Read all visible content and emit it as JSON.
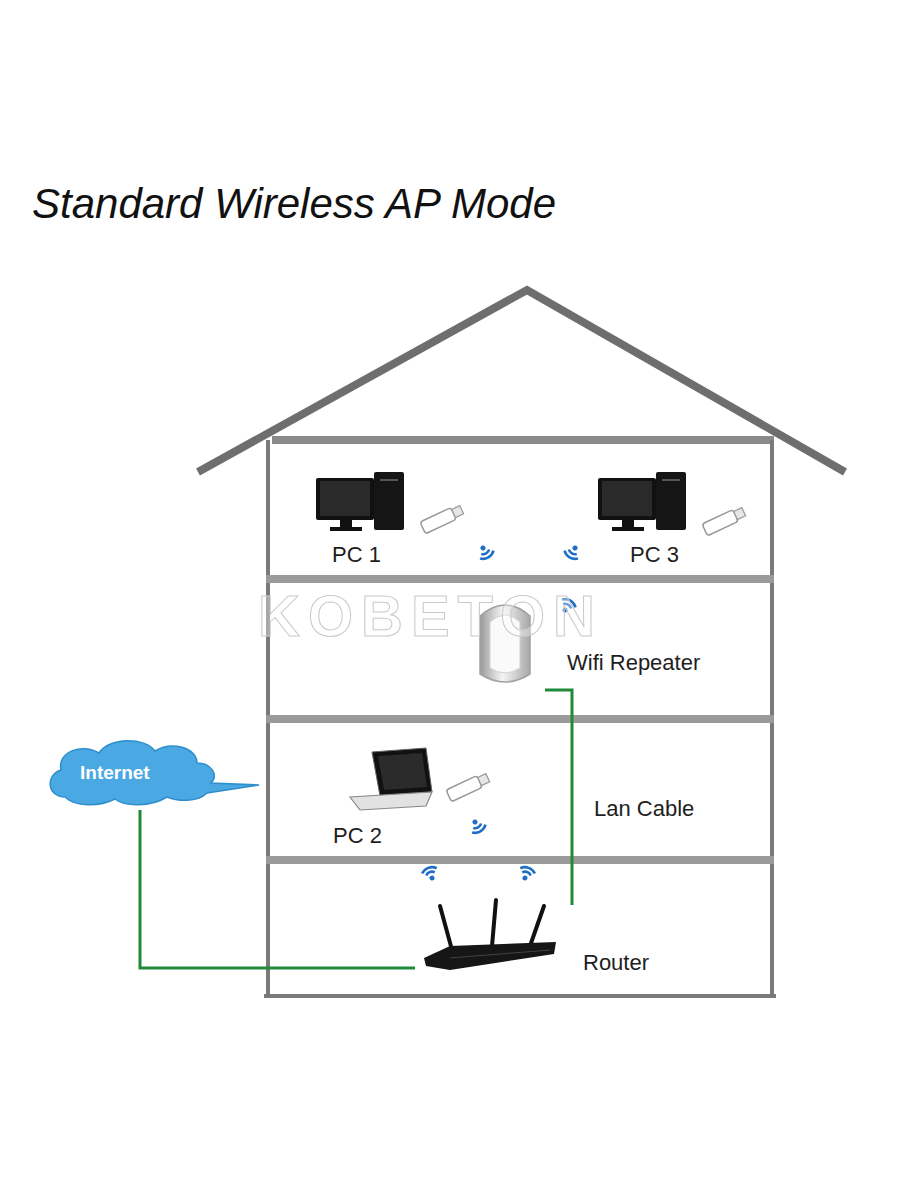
{
  "diagram": {
    "title": "Standard Wireless AP Mode",
    "nodes": [
      {
        "text": [
          "PC 1"
        ]
      },
      {
        "text": [
          "PC 3"
        ]
      },
      {
        "text": [
          "Wifi Repeater"
        ]
      },
      {
        "text": [
          "Internet"
        ]
      },
      {
        "text": [
          "PC 2"
        ]
      },
      {
        "text": [
          "Router"
        ]
      }
    ],
    "edges": [
      {
        "from": 3,
        "to": 5,
        "arrow": "none"
      },
      {
        "from": 2,
        "to": 5,
        "label": "Lan Cable",
        "arrow": "none"
      }
    ],
    "labels": [
      "KOBETON"
    ]
  }
}
